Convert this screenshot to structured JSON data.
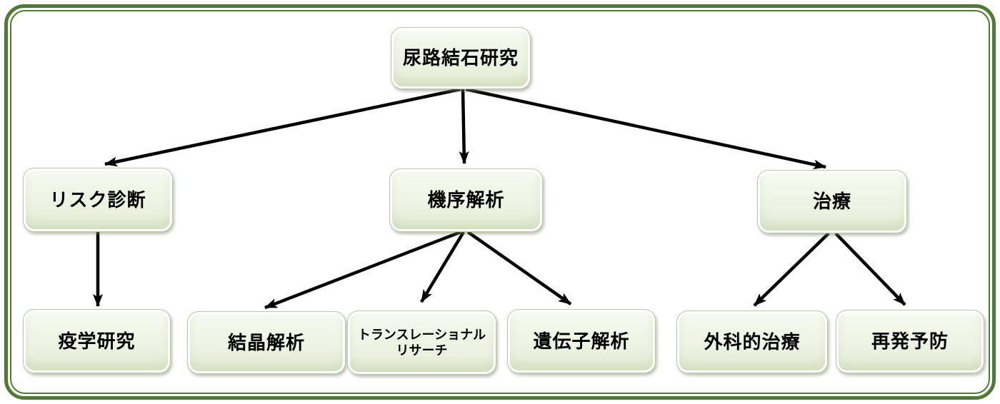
{
  "diagram": {
    "title": "尿路結石研究",
    "colors": {
      "frame_green": "#4e7a35",
      "node_fill_top": "#f7faf1",
      "node_fill_bottom": "#e3ebd4",
      "node_edge": "#bcc6ac",
      "arrow_color": "#000000",
      "text_color": "#000000"
    },
    "root": {
      "id": "root",
      "label": "尿路結石研究"
    },
    "level2": [
      {
        "id": "risk",
        "label": "リスク診断"
      },
      {
        "id": "mechanism",
        "label": "機序解析"
      },
      {
        "id": "treatment",
        "label": "治療"
      }
    ],
    "level3": [
      {
        "id": "epidemiology",
        "label": "疫学研究",
        "parent": "risk"
      },
      {
        "id": "crystal",
        "label": "結晶解析",
        "parent": "mechanism"
      },
      {
        "id": "translational",
        "label": "トランスレーショナル\nリサーチ",
        "parent": "mechanism"
      },
      {
        "id": "gene",
        "label": "遺伝子解析",
        "parent": "mechanism"
      },
      {
        "id": "surgical",
        "label": "外科的治療",
        "parent": "treatment"
      },
      {
        "id": "recurrence",
        "label": "再発予防",
        "parent": "treatment"
      }
    ],
    "edges": [
      {
        "from": "尿路結石研究",
        "to": "リスク診断"
      },
      {
        "from": "尿路結石研究",
        "to": "機序解析"
      },
      {
        "from": "尿路結石研究",
        "to": "治療"
      },
      {
        "from": "リスク診断",
        "to": "疫学研究"
      },
      {
        "from": "機序解析",
        "to": "結晶解析"
      },
      {
        "from": "機序解析",
        "to": "トランスレーショナルリサーチ"
      },
      {
        "from": "機序解析",
        "to": "遺伝子解析"
      },
      {
        "from": "治療",
        "to": "外科的治療"
      },
      {
        "from": "治療",
        "to": "再発予防"
      }
    ]
  }
}
